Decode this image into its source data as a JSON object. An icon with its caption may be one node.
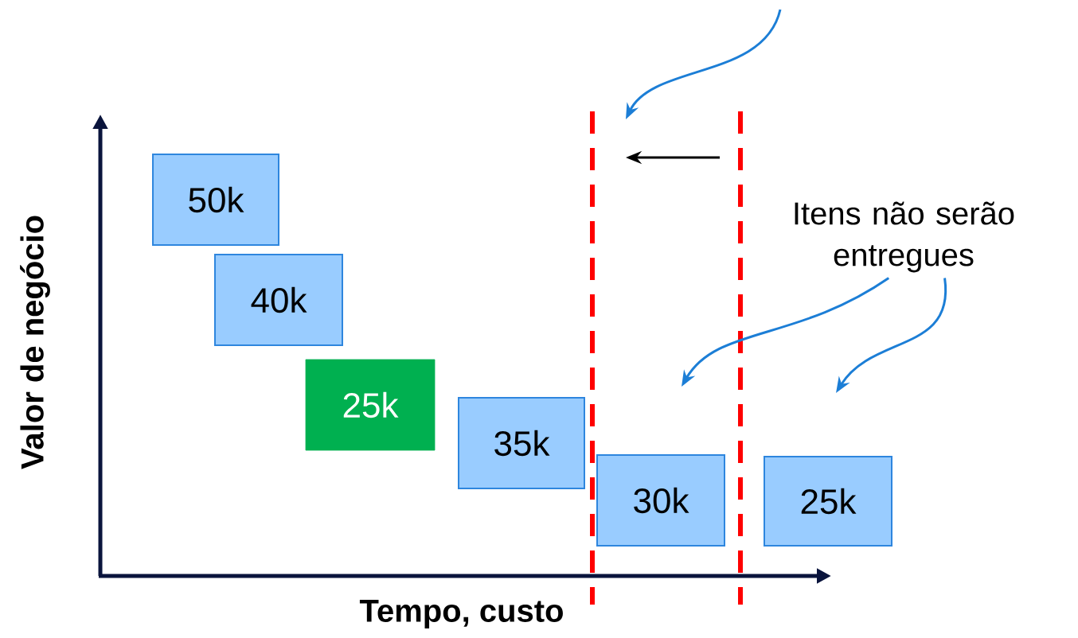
{
  "diagram": {
    "nodes": [
      {
        "text": [
          "50k"
        ]
      },
      {
        "text": [
          "40k"
        ]
      },
      {
        "text": [
          "25k"
        ]
      },
      {
        "text": [
          "35k"
        ]
      },
      {
        "text": [
          "30k"
        ]
      },
      {
        "text": [
          "25k"
        ]
      },
      {
        "text": [
          "Itens não serão entregues"
        ]
      }
    ],
    "edges": [
      {
        "from": 6,
        "to": null,
        "arrow": "to"
      },
      {
        "from": 6,
        "to": null,
        "arrow": "to"
      }
    ],
    "labels": [
      "Valor de negócio",
      "Tempo, custo"
    ]
  }
}
